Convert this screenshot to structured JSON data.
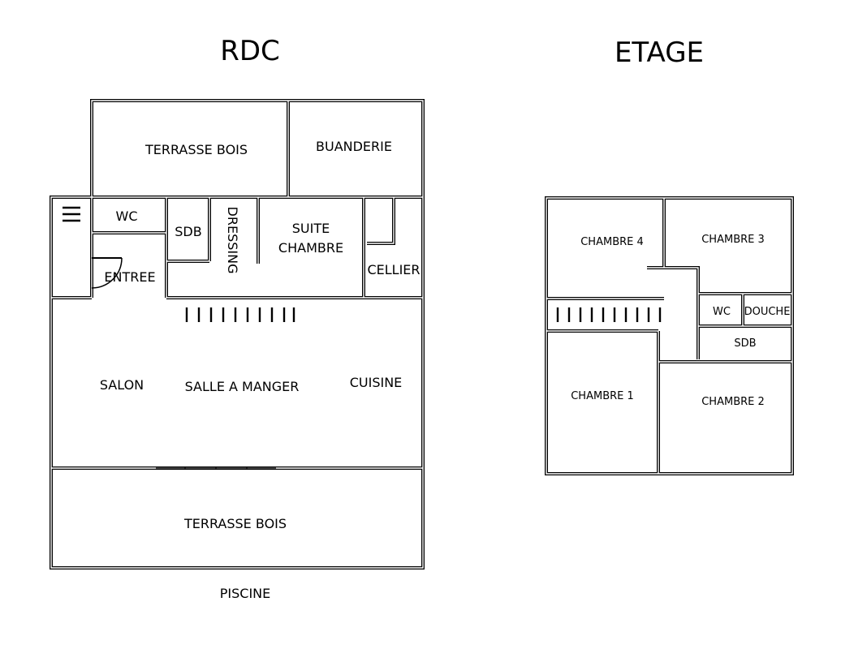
{
  "titles": {
    "ground": "RDC",
    "upper": "ETAGE"
  },
  "rdc": {
    "terrasse_top": "TERRASSE BOIS",
    "buanderie": "BUANDERIE",
    "wc": "WC",
    "sdb": "SDB",
    "dressing": "DRESSING",
    "suite_line1": "SUITE",
    "suite_line2": "CHAMBRE",
    "cellier": "CELLIER",
    "entree": "ENTREE",
    "salon": "SALON",
    "salle_a_manger": "SALLE A MANGER",
    "cuisine": "CUISINE",
    "terrasse_bottom": "TERRASSE BOIS",
    "piscine": "PISCINE"
  },
  "etage": {
    "chambre4": "CHAMBRE 4",
    "chambre3": "CHAMBRE 3",
    "wc": "WC",
    "douche": "DOUCHE",
    "sdb": "SDB",
    "chambre1": "CHAMBRE 1",
    "chambre2": "CHAMBRE 2"
  }
}
